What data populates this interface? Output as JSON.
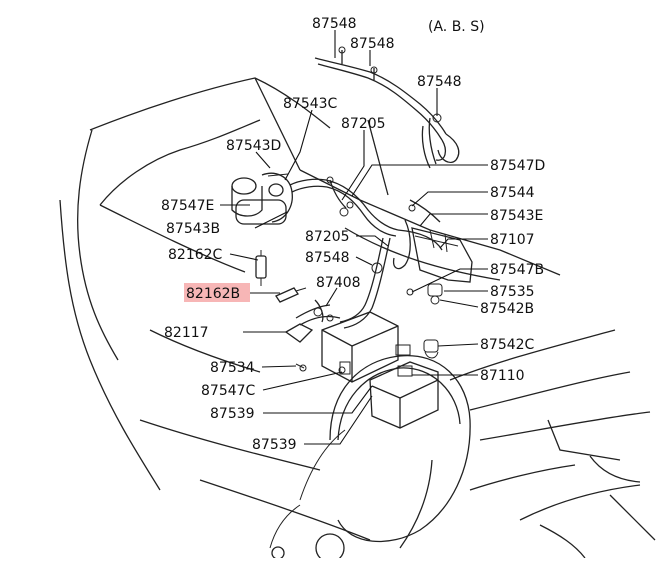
{
  "diagram": {
    "heading": "(A. B. S)",
    "highlight_color": "#f7b6b6",
    "callouts": [
      {
        "id": "c01",
        "text": "87548"
      },
      {
        "id": "c02",
        "text": "87548"
      },
      {
        "id": "c03",
        "text": "87548"
      },
      {
        "id": "c04",
        "text": "87543C"
      },
      {
        "id": "c05",
        "text": "87205"
      },
      {
        "id": "c06",
        "text": "87543D"
      },
      {
        "id": "c07",
        "text": "87547D"
      },
      {
        "id": "c08",
        "text": "87547E"
      },
      {
        "id": "c09",
        "text": "87544"
      },
      {
        "id": "c10",
        "text": "87543B"
      },
      {
        "id": "c11",
        "text": "87543E"
      },
      {
        "id": "c12",
        "text": "87205"
      },
      {
        "id": "c13",
        "text": "87107"
      },
      {
        "id": "c14",
        "text": "82162C"
      },
      {
        "id": "c15",
        "text": "87548"
      },
      {
        "id": "c16",
        "text": "87547B"
      },
      {
        "id": "c17",
        "text": "87408"
      },
      {
        "id": "c18",
        "text": "82162B",
        "highlighted": true
      },
      {
        "id": "c19",
        "text": "87535"
      },
      {
        "id": "c20",
        "text": "87542B"
      },
      {
        "id": "c21",
        "text": "82117"
      },
      {
        "id": "c22",
        "text": "87542C"
      },
      {
        "id": "c23",
        "text": "87534"
      },
      {
        "id": "c24",
        "text": "87110"
      },
      {
        "id": "c25",
        "text": "87547C"
      },
      {
        "id": "c26",
        "text": "87539"
      },
      {
        "id": "c27",
        "text": "87539"
      }
    ]
  }
}
